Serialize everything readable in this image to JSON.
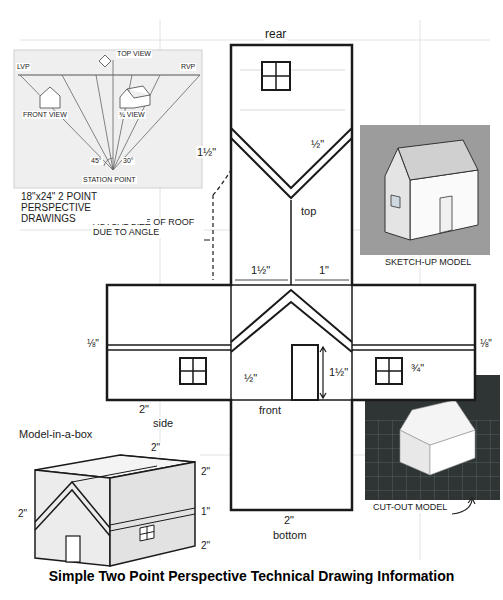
{
  "diagram": {
    "title": "Simple Two Point Perspective Technical Drawing Information",
    "labels": [
      "rear",
      "1½\"",
      "½\"",
      "top",
      "ACTUAL SIZE OF ROOF DUE TO ANGLE",
      "1½\"",
      "1\"",
      "⅛\"",
      "⅛\"",
      "¾\"",
      "½\"",
      "1½\"",
      "2\"",
      "side",
      "front",
      "2\"",
      "bottom",
      "Model-in-a-box",
      "2\"",
      "2\"",
      "1\"",
      "2\"",
      "2\"",
      "18\"x24\" 2 POINT PERSPECTIVE DRAWINGS",
      "LVP",
      "RVP",
      "TOP VIEW",
      "FRONT VIEW",
      "¾ VIEW",
      "45°",
      "30°",
      "STATION POINT",
      "SKETCH-UP MODEL",
      "CUT-OUT MODEL"
    ]
  }
}
